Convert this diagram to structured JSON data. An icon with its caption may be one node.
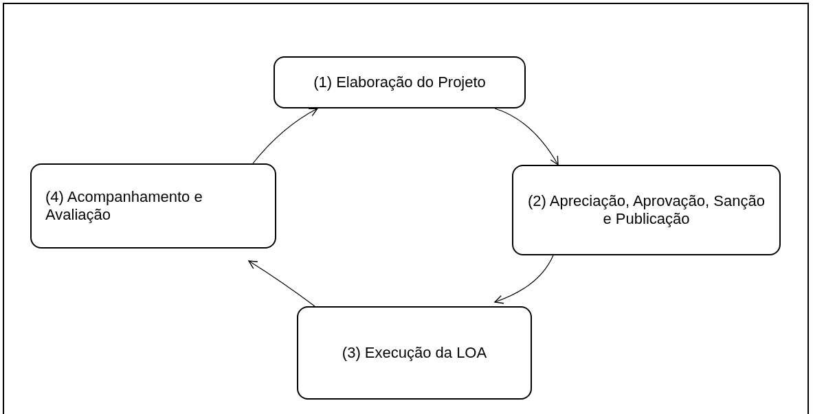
{
  "diagram": {
    "nodes": [
      {
        "text": [
          "(1) Elaboração do Projeto"
        ]
      },
      {
        "text": [
          "(2) Apreciação, Aprovação, Sanção e Publicação"
        ]
      },
      {
        "text": [
          "(3) Execução da LOA"
        ]
      },
      {
        "text": [
          "(4) Acompanhamento e Avaliação"
        ]
      }
    ],
    "edges": [
      {
        "from": 0,
        "to": 1,
        "arrow": "to"
      },
      {
        "from": 1,
        "to": 2,
        "arrow": "to"
      },
      {
        "from": 2,
        "to": 3,
        "arrow": "to"
      },
      {
        "from": 3,
        "to": 0,
        "arrow": "to"
      }
    ]
  }
}
